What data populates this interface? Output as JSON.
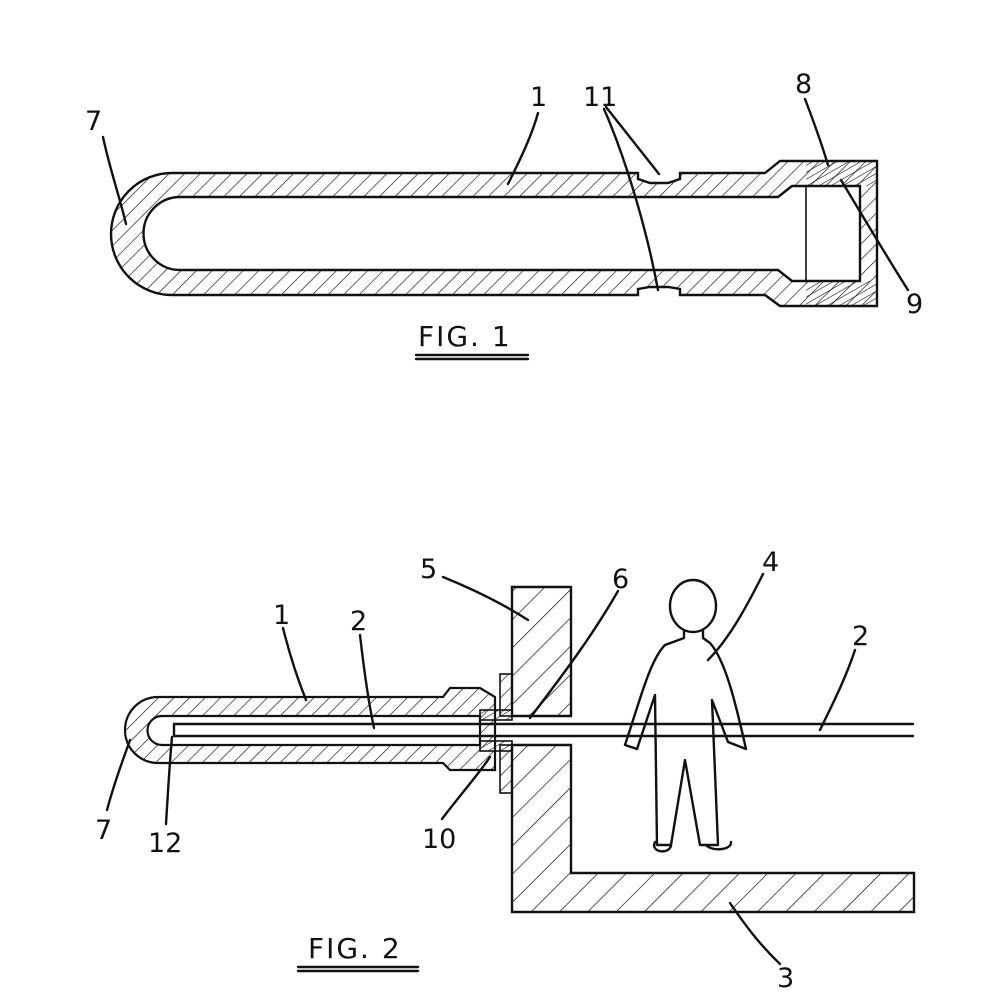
{
  "fig1": {
    "caption": "FIG. 1",
    "labels": {
      "tube": "1",
      "closed_end": "7",
      "neck": "8",
      "thread": "9",
      "grooves": "11"
    }
  },
  "fig2": {
    "caption": "FIG. 2",
    "labels": {
      "tube": "1",
      "rod": "2",
      "rod_right": "2",
      "base": "3",
      "person": "4",
      "block": "5",
      "gasket": "6",
      "closed_end": "7",
      "fitting": "10",
      "rod_end": "12"
    }
  }
}
